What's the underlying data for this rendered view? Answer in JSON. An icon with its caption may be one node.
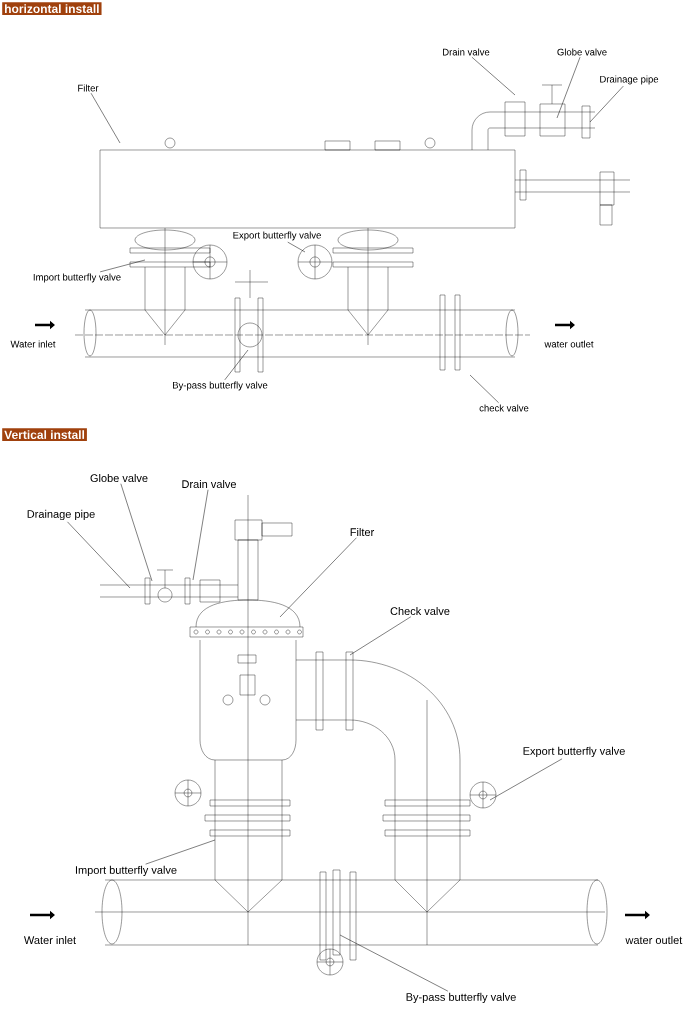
{
  "diagram": {
    "nodes": [
      {
        "text": [
          "horizontal install"
        ]
      },
      {
        "text": [
          "Filter"
        ]
      },
      {
        "text": [
          "Drain valve"
        ]
      },
      {
        "text": [
          "Globe valve"
        ]
      },
      {
        "text": [
          "Drainage pipe"
        ]
      },
      {
        "text": [
          "Export butterfly valve"
        ]
      },
      {
        "text": [
          "Import butterfly valve"
        ]
      },
      {
        "text": [
          "By-pass butterfly valve"
        ]
      },
      {
        "text": [
          "check valve"
        ]
      },
      {
        "text": [
          "Vertical install"
        ]
      },
      {
        "text": [
          "Globe valve"
        ]
      },
      {
        "text": [
          "Drain valve"
        ]
      },
      {
        "text": [
          "Drainage pipe"
        ]
      },
      {
        "text": [
          "Filter"
        ]
      },
      {
        "text": [
          "Check valve"
        ]
      },
      {
        "text": [
          "Export butterfly valve"
        ]
      },
      {
        "text": [
          "Import butterfly valve"
        ]
      },
      {
        "text": [
          "By-pass butterfly valve"
        ]
      }
    ],
    "edges": [
      {
        "from": 1,
        "to": null,
        "arrow": "none"
      },
      {
        "from": 2,
        "to": null,
        "arrow": "none"
      },
      {
        "from": 3,
        "to": null,
        "arrow": "none"
      },
      {
        "from": 4,
        "to": null,
        "arrow": "none"
      },
      {
        "from": 5,
        "to": null,
        "arrow": "none"
      },
      {
        "from": 6,
        "to": null,
        "arrow": "none"
      },
      {
        "from": 7,
        "to": null,
        "arrow": "none"
      },
      {
        "from": 8,
        "to": null,
        "arrow": "none"
      },
      {
        "from": 10,
        "to": null,
        "arrow": "none"
      },
      {
        "from": 11,
        "to": null,
        "arrow": "none"
      },
      {
        "from": 12,
        "to": null,
        "arrow": "none"
      },
      {
        "from": 13,
        "to": null,
        "arrow": "none"
      },
      {
        "from": 14,
        "to": null,
        "arrow": "none"
      },
      {
        "from": 15,
        "to": null,
        "arrow": "none"
      },
      {
        "from": 16,
        "to": null,
        "arrow": "none"
      },
      {
        "from": 17,
        "to": null,
        "arrow": "none"
      }
    ],
    "labels": [
      "Water inlet",
      "water outlet",
      "Water inlet",
      "water outlet"
    ]
  }
}
